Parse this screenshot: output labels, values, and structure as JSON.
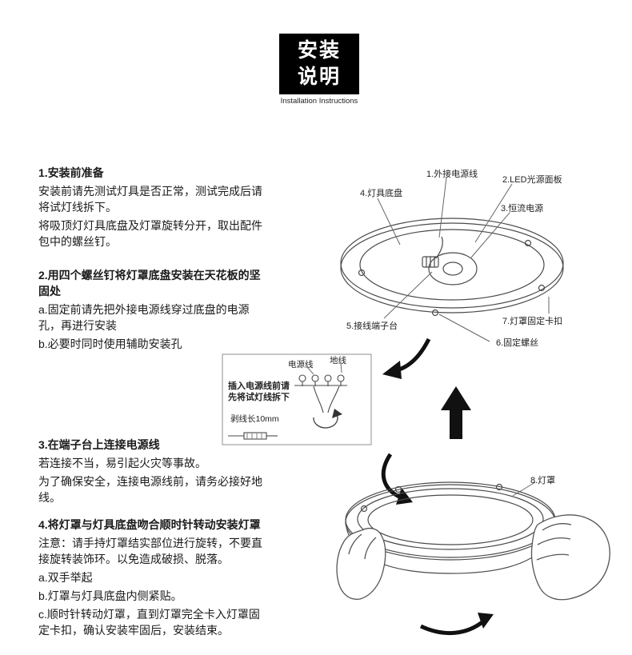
{
  "badge": {
    "line1": "安装",
    "line2": "说明",
    "caption": "Installation Instructions"
  },
  "sections": {
    "s1": {
      "heading": "1.安装前准备",
      "p1": "安装前请先测试灯具是否正常，测试完成后请将试灯线拆下。",
      "p2": "将吸顶灯灯具底盘及灯罩旋转分开，取出配件包中的螺丝钉。"
    },
    "s2": {
      "heading": "2.用四个螺丝钉将灯罩底盘安装在天花板的坚固处",
      "p1": "a.固定前请先把外接电源线穿过底盘的电源孔，再进行安装",
      "p2": "b.必要时同时使用辅助安装孔"
    },
    "s3": {
      "heading": "3.在端子台上连接电源线",
      "p1": "若连接不当，易引起火灾等事故。",
      "p2": "为了确保安全，连接电源线前，请务必接好地线。"
    },
    "s4": {
      "heading": "4.将灯罩与灯具底盘吻合顺时针转动安装灯罩",
      "p1": "注意：请手持灯罩结实部位进行旋转，不要直接旋转装饰环。以免造成破损、脱落。",
      "p2": "a.双手举起",
      "p3": "b.灯罩与灯具底盘内侧紧贴。",
      "p4": "c.顺时针转动灯罩，直到灯罩完全卡入灯罩固定卡扣，确认安装牢固后，安装结束。"
    }
  },
  "diagram_labels": {
    "l1": "1.外接电源线",
    "l2": "2.LED光源面板",
    "l3": "3.恒流电源",
    "l4": "4.灯具底盘",
    "l5": "5.接线端子台",
    "l6": "6.固定螺丝",
    "l7": "7.灯罩固定卡扣",
    "l8": "8.灯罩"
  },
  "detail_box": {
    "power_line": "电源线",
    "ground_line": "地线",
    "note_line1": "插入电源线前请",
    "note_line2": "先将试灯线拆下",
    "strip_length": "剥线长10mm"
  },
  "colors": {
    "badge_bg": "#000000",
    "line_color": "#4a4a4a",
    "arrow_color": "#111111"
  }
}
